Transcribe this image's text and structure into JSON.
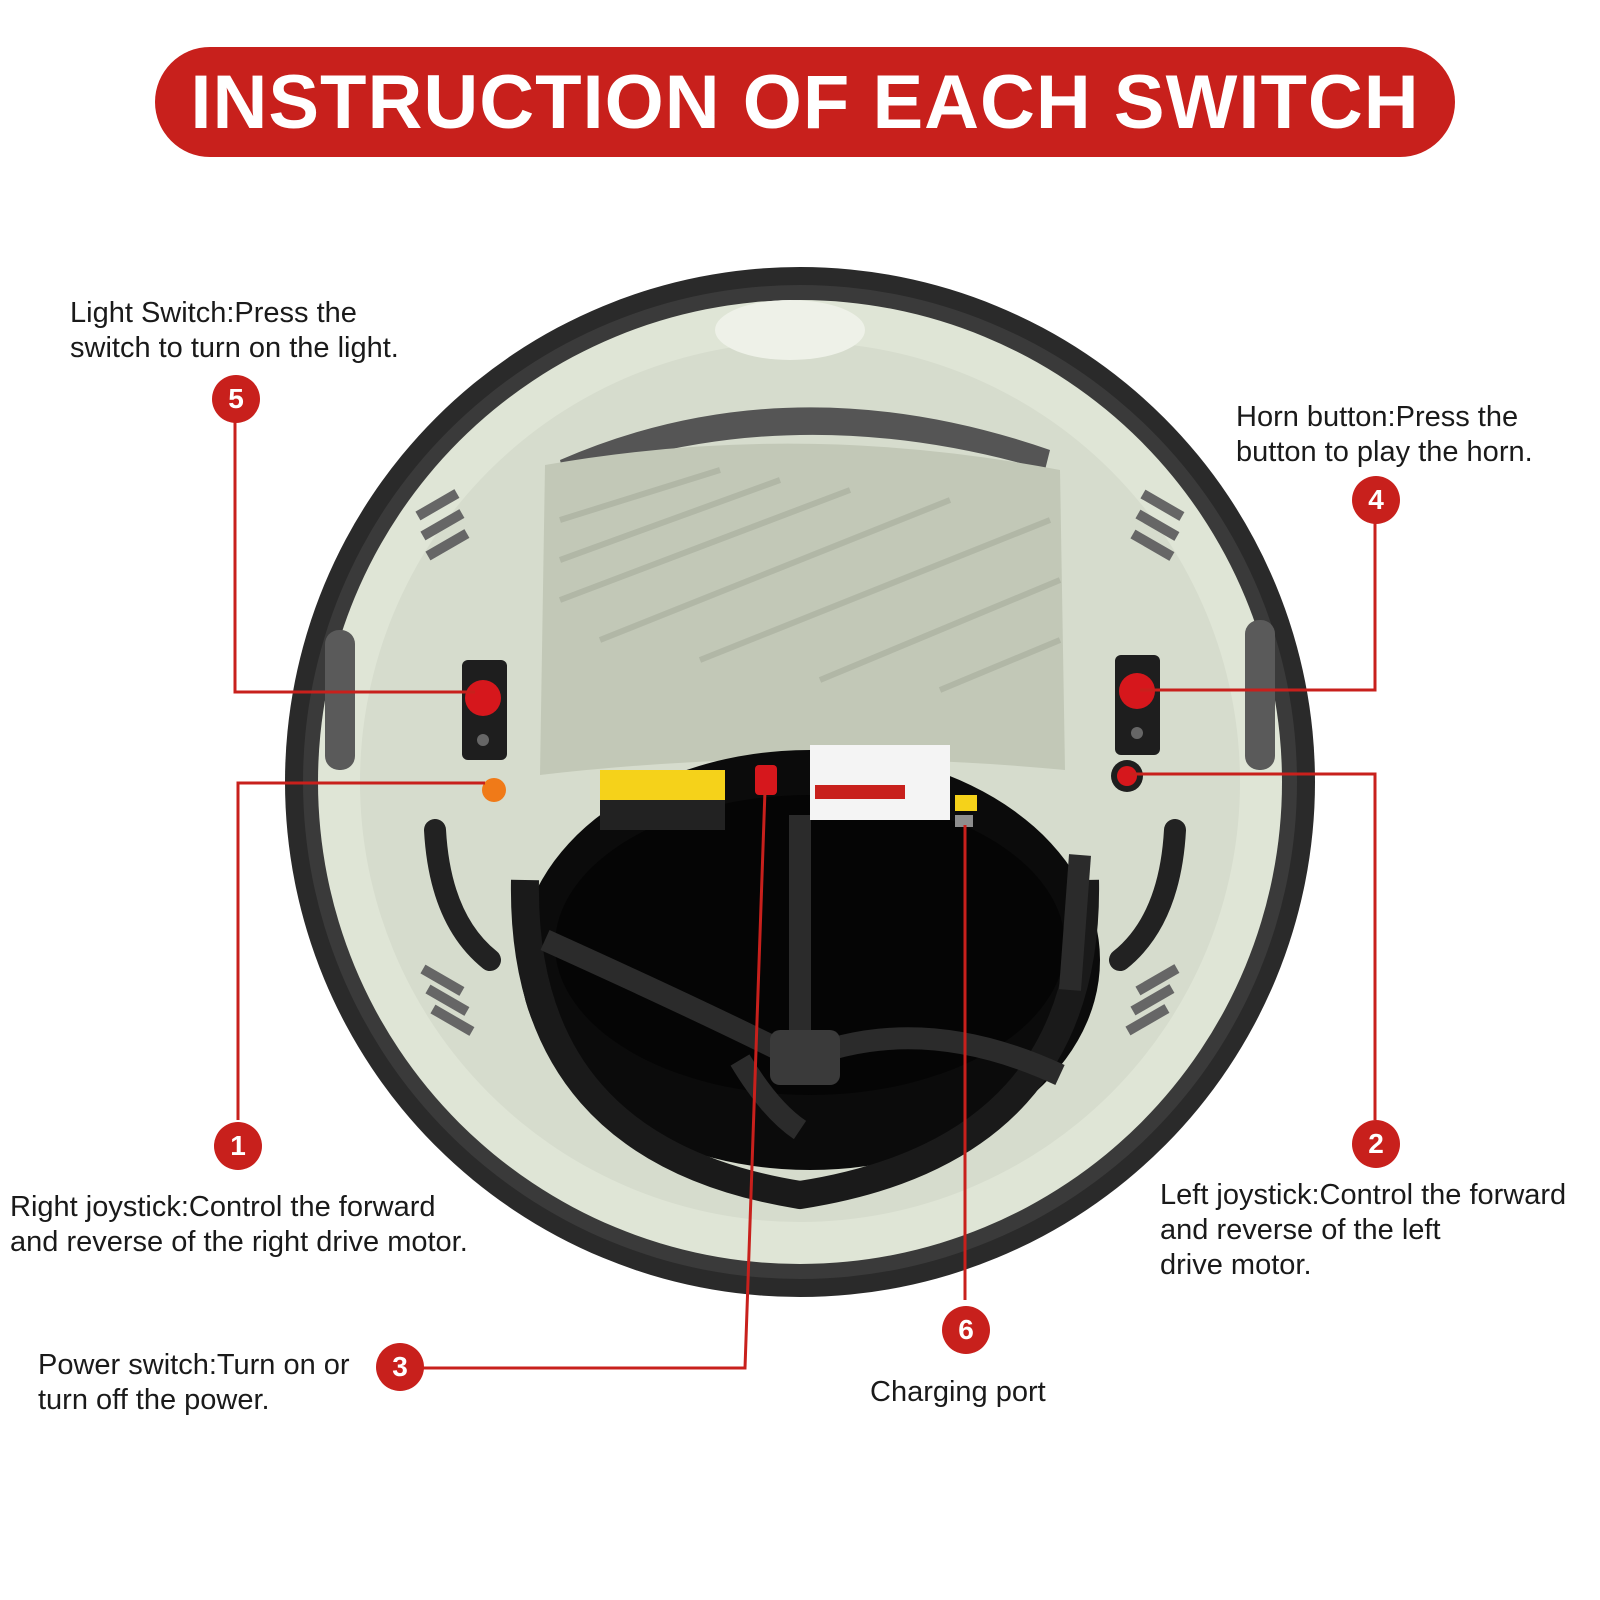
{
  "title": "INSTRUCTION OF EACH SWITCH",
  "colors": {
    "accent": "#c8201c",
    "body": "#dfe5d6",
    "rim": "#2a2a2a",
    "seat": "#0b0b0b"
  },
  "callouts": [
    {
      "number": "5",
      "text": "Light Switch:Press the\nswitch to turn on the light."
    },
    {
      "number": "4",
      "text": "Horn button:Press the\n button to play the horn."
    },
    {
      "number": "1",
      "text": "Right joystick:Control the forward\nand reverse of the right drive motor."
    },
    {
      "number": "2",
      "text": "Left joystick:Control the forward\n and reverse of the left\n drive motor."
    },
    {
      "number": "3",
      "text": "Power switch:Turn on or\nturn off the power."
    },
    {
      "number": "6",
      "text": "Charging port"
    }
  ],
  "panel_icons": [
    "joystick-switch-icon",
    "light-button-icon",
    "horn-button-icon",
    "power-switch-icon",
    "charging-port-icon"
  ]
}
